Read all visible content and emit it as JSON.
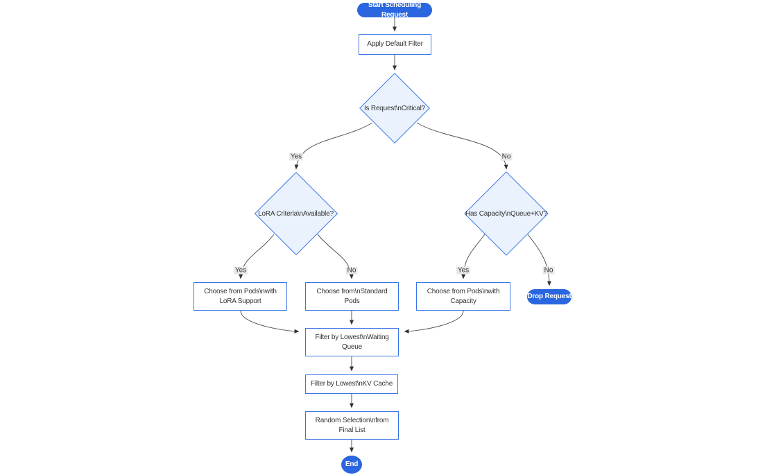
{
  "colors": {
    "accent": "#3a75e6",
    "pill_fill": "#2a66df",
    "pill_text": "#ffffff",
    "diamond_fill": "#eaf2fd",
    "rect_fill": "#ffffff",
    "edge_stroke": "#555555",
    "arrow_fill": "#333333",
    "label_bg": "#e8e8e8",
    "text": "#333333"
  },
  "nodes": {
    "start": {
      "type": "stadium",
      "lines": [
        "Start Scheduling Request"
      ]
    },
    "apply_filter": {
      "type": "rect",
      "lines": [
        "Apply Default Filter"
      ]
    },
    "is_critical": {
      "type": "diamond",
      "lines": [
        "Is Request\\nCritical?"
      ]
    },
    "lora_criteria": {
      "type": "diamond",
      "lines": [
        "LoRA Criteria\\nAvailable?"
      ]
    },
    "has_capacity": {
      "type": "diamond",
      "lines": [
        "Has Capacity\\nQueue+KV?"
      ]
    },
    "pods_lora": {
      "type": "rect",
      "lines": [
        "Choose from Pods\\nwith",
        "LoRA Support"
      ]
    },
    "pods_standard": {
      "type": "rect",
      "lines": [
        "Choose from\\nStandard",
        "Pods"
      ]
    },
    "pods_capacity": {
      "type": "rect",
      "lines": [
        "Choose from Pods\\nwith",
        "Capacity"
      ]
    },
    "drop_request": {
      "type": "stadium",
      "lines": [
        "Drop Request"
      ]
    },
    "filter_waiting": {
      "type": "rect",
      "lines": [
        "Filter by Lowest\\nWaiting",
        "Queue"
      ]
    },
    "filter_kv": {
      "type": "rect",
      "lines": [
        "Filter by Lowest\\nKV Cache"
      ]
    },
    "random_selection": {
      "type": "rect",
      "lines": [
        "Random Selection\\nfrom",
        "Final List"
      ]
    },
    "end": {
      "type": "circle",
      "lines": [
        "End"
      ]
    }
  },
  "edge_labels": {
    "critical_yes": "Yes",
    "critical_no": "No",
    "lora_yes": "Yes",
    "lora_no": "No",
    "capacity_yes": "Yes",
    "capacity_no": "No"
  }
}
